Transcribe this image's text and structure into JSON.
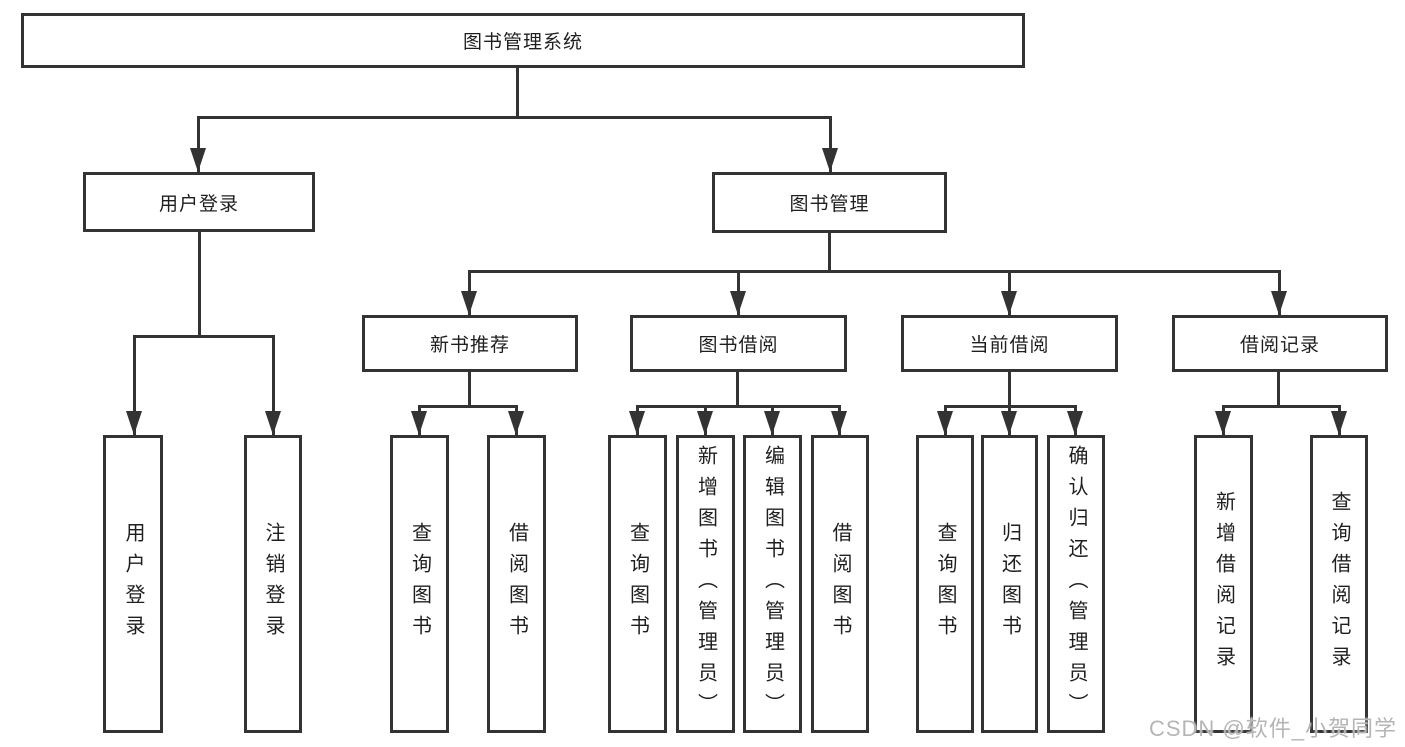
{
  "diagram": {
    "root": {
      "label": "图书管理系统"
    },
    "level2": [
      {
        "label": "用户登录"
      },
      {
        "label": "图书管理"
      }
    ],
    "level3": [
      {
        "label": "新书推荐"
      },
      {
        "label": "图书借阅"
      },
      {
        "label": "当前借阅"
      },
      {
        "label": "借阅记录"
      }
    ],
    "leaves": {
      "login": [
        "用户登录",
        "注销登录"
      ],
      "newbook": [
        "查询图书",
        "借阅图书"
      ],
      "borrow": [
        "查询图书",
        "新增图书（管理员）",
        "编辑图书（管理员）",
        "借阅图书"
      ],
      "current": [
        "查询图书",
        "归还图书",
        "确认归还（管理员）"
      ],
      "records": [
        "新增借阅记录",
        "查询借阅记录"
      ]
    },
    "colors": {
      "line": "#333333",
      "box_border": "#333333",
      "background": "#ffffff",
      "watermark_text": "#b5b5b5"
    }
  },
  "watermark": {
    "text": "CSDN @软件_小贺同学"
  }
}
